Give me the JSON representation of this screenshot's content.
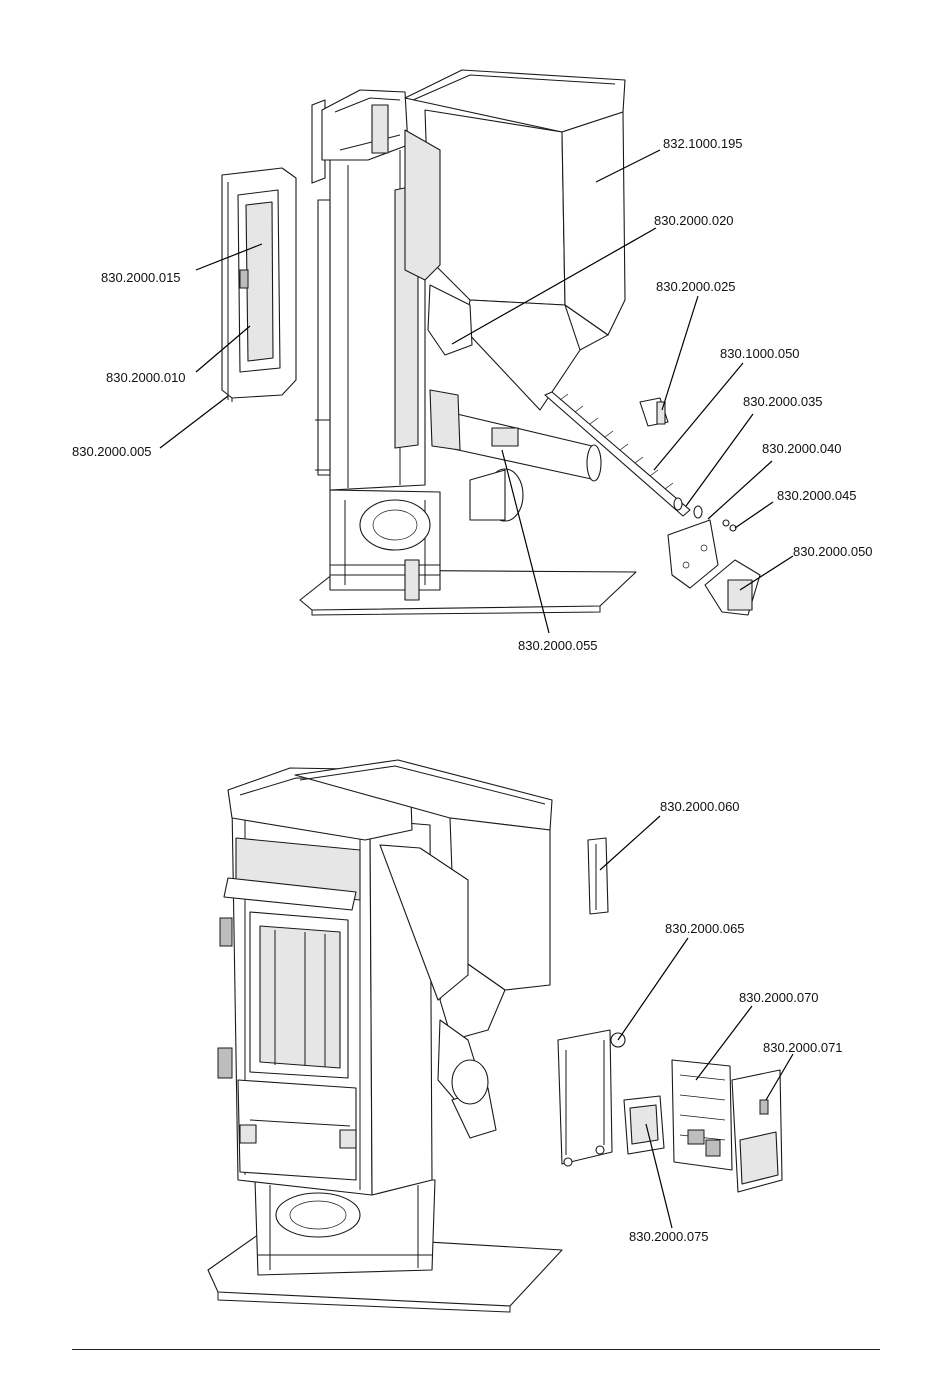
{
  "top_view": {
    "labels": [
      {
        "id": "lbl-832-1000-195",
        "text": "832.1000.195"
      },
      {
        "id": "lbl-830-2000-020",
        "text": "830.2000.020"
      },
      {
        "id": "lbl-830-2000-015",
        "text": "830.2000.015"
      },
      {
        "id": "lbl-830-2000-025",
        "text": "830.2000.025"
      },
      {
        "id": "lbl-830-1000-050",
        "text": "830.1000.050"
      },
      {
        "id": "lbl-830-2000-010",
        "text": "830.2000.010"
      },
      {
        "id": "lbl-830-2000-035",
        "text": "830.2000.035"
      },
      {
        "id": "lbl-830-2000-005",
        "text": "830.2000.005"
      },
      {
        "id": "lbl-830-2000-040",
        "text": "830.2000.040"
      },
      {
        "id": "lbl-830-2000-045",
        "text": "830.2000.045"
      },
      {
        "id": "lbl-830-2000-050",
        "text": "830.2000.050"
      },
      {
        "id": "lbl-830-2000-055",
        "text": "830.2000.055"
      }
    ]
  },
  "bottom_view": {
    "labels": [
      {
        "id": "lbl-830-2000-060",
        "text": "830.2000.060"
      },
      {
        "id": "lbl-830-2000-065",
        "text": "830.2000.065"
      },
      {
        "id": "lbl-830-2000-070",
        "text": "830.2000.070"
      },
      {
        "id": "lbl-830-2000-071",
        "text": "830.2000.071"
      },
      {
        "id": "lbl-830-2000-075",
        "text": "830.2000.075"
      }
    ]
  },
  "colors": {
    "line": "#1a1a1a",
    "background": "#ffffff",
    "shade": "#e6e6e6"
  }
}
